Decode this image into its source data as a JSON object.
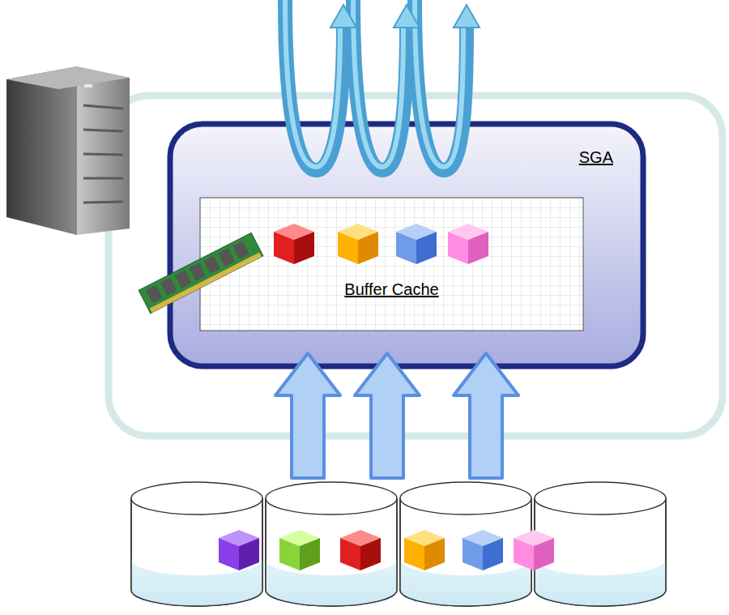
{
  "diagram": {
    "nodes": [
      {
        "text": [
          "SGA"
        ]
      },
      {
        "text": [
          "Buffer Cache"
        ],
        "in": 0
      }
    ]
  }
}
